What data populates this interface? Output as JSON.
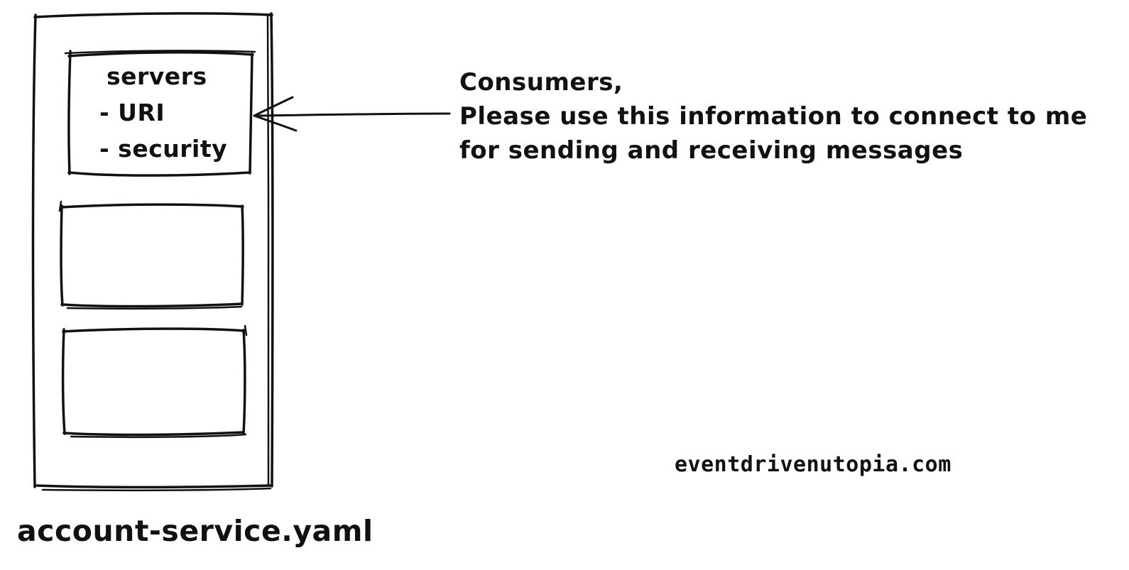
{
  "diagram": {
    "servers_box": {
      "title": "servers",
      "items": [
        "- URI",
        "- security"
      ]
    },
    "annotation": {
      "lines": [
        "Consumers,",
        "Please use this information to connect to me",
        "for sending and receiving messages"
      ]
    },
    "watermark": "eventdrivenutopia.com",
    "file_label": "account-service.yaml",
    "colors": {
      "ink": "#111111",
      "background": "#ffffff"
    }
  }
}
